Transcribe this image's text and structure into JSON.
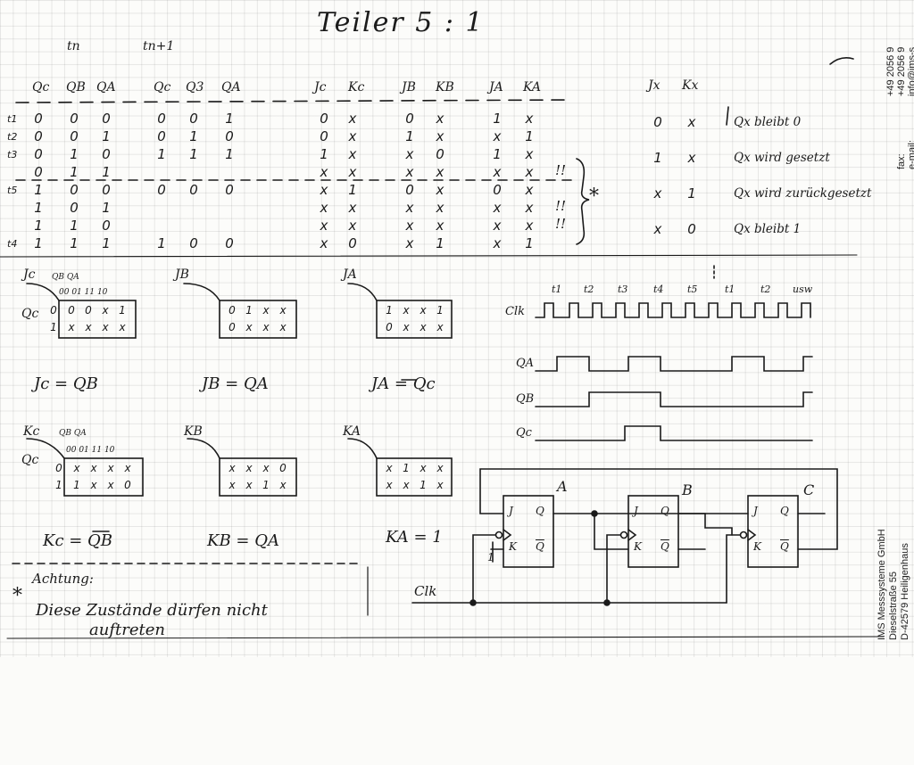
{
  "title": "Teiler   5 : 1",
  "header": {
    "tn": "tn",
    "tn1": "tn+1",
    "cols_tn": [
      "Qc",
      "QB",
      "QA"
    ],
    "cols_tn1": [
      "Qc",
      "Q3",
      "QA"
    ],
    "cols_jk": [
      "Jc",
      "Kc",
      "JB",
      "KB",
      "JA",
      "KA"
    ]
  },
  "truth_table": {
    "row_labels": [
      "t1",
      "t2",
      "t3",
      "",
      "t5",
      "",
      "",
      "t4"
    ],
    "rows": [
      [
        "0",
        "0",
        "0",
        "0",
        "0",
        "1",
        "0",
        "x",
        "0",
        "x",
        "1",
        "x"
      ],
      [
        "0",
        "0",
        "1",
        "0",
        "1",
        "0",
        "0",
        "x",
        "1",
        "x",
        "x",
        "1"
      ],
      [
        "0",
        "1",
        "0",
        "1",
        "1",
        "1",
        "1",
        "x",
        "x",
        "0",
        "1",
        "x"
      ],
      [
        "0",
        "1",
        "1",
        "",
        "",
        "",
        "x",
        "x",
        "x",
        "x",
        "x",
        "x"
      ],
      [
        "1",
        "0",
        "0",
        "0",
        "0",
        "0",
        "x",
        "1",
        "0",
        "x",
        "0",
        "x"
      ],
      [
        "1",
        "0",
        "1",
        "",
        "",
        "",
        "x",
        "x",
        "x",
        "x",
        "x",
        "x"
      ],
      [
        "1",
        "1",
        "0",
        "",
        "",
        "",
        "x",
        "x",
        "x",
        "x",
        "x",
        "x"
      ],
      [
        "1",
        "1",
        "1",
        "1",
        "0",
        "0",
        "x",
        "0",
        "x",
        "1",
        "x",
        "1"
      ]
    ],
    "marks": [
      "!!",
      "!!",
      "!!"
    ],
    "star": "*"
  },
  "jk_legend": {
    "cols": [
      "Jx",
      "Kx"
    ],
    "rows": [
      {
        "j": "0",
        "k": "x",
        "text": "Qx bleibt 0"
      },
      {
        "j": "1",
        "k": "x",
        "text": "Qx wird gesetzt"
      },
      {
        "j": "x",
        "k": "1",
        "text": "Qx wird zurückgesetzt"
      },
      {
        "j": "x",
        "k": "0",
        "text": "Qx bleibt 1"
      }
    ]
  },
  "kmaps": {
    "col_header": "QB QA",
    "col_codes": "00  01  11  10",
    "row_var": "Qc",
    "Jc": {
      "label": "Jc",
      "rows": [
        [
          "0",
          "0",
          "x",
          "1"
        ],
        [
          "x",
          "x",
          "x",
          "x"
        ]
      ]
    },
    "JB": {
      "label": "JB",
      "rows": [
        [
          "0",
          "1",
          "x",
          "x"
        ],
        [
          "0",
          "x",
          "x",
          "x"
        ]
      ]
    },
    "JA": {
      "label": "JA",
      "rows": [
        [
          "1",
          "x",
          "x",
          "1"
        ],
        [
          "0",
          "x",
          "x",
          "x"
        ]
      ]
    },
    "Kc": {
      "label": "Kc",
      "rows": [
        [
          "x",
          "x",
          "x",
          "x"
        ],
        [
          "1",
          "x",
          "x",
          "0"
        ]
      ]
    },
    "KB": {
      "label": "KB",
      "rows": [
        [
          "x",
          "x",
          "x",
          "0"
        ],
        [
          "x",
          "x",
          "1",
          "x"
        ]
      ]
    },
    "KA": {
      "label": "KA",
      "rows": [
        [
          "x",
          "1",
          "x",
          "x"
        ],
        [
          "x",
          "x",
          "1",
          "x"
        ]
      ]
    }
  },
  "equations": {
    "jc": "Jc  =  QB",
    "jb": "JB  =  QA",
    "ja": "JA  =  Qc",
    "kc": "Kc  =  QB",
    "kb": "KB  =  QA",
    "ka": "KA  =  1"
  },
  "timing": {
    "ticks": [
      "t1",
      "t2",
      "t3",
      "t4",
      "t5",
      "t1",
      "t2",
      "usw"
    ],
    "signals": [
      "Clk",
      "QA",
      "QB",
      "Qc"
    ]
  },
  "circuit": {
    "ff_labels": [
      "A",
      "B",
      "C"
    ],
    "pins": [
      "J",
      "Q",
      "K",
      "Q"
    ],
    "clk": "Clk",
    "one": "1"
  },
  "note": {
    "heading": "Achtung:",
    "star": "*",
    "line1": "Diese Zustände dürfen nicht",
    "line2": "auftreten"
  },
  "contact": {
    "phone1": "+49 2056 9",
    "fax_label": "fax:",
    "phone2": "+49 2056 9",
    "email_label": "e-mail:",
    "email": "info@ims-s",
    "company": "IMS Messsysteme GmbH",
    "street": "Dieselstraße 55",
    "city": "D-42579 Heiligenhaus"
  }
}
